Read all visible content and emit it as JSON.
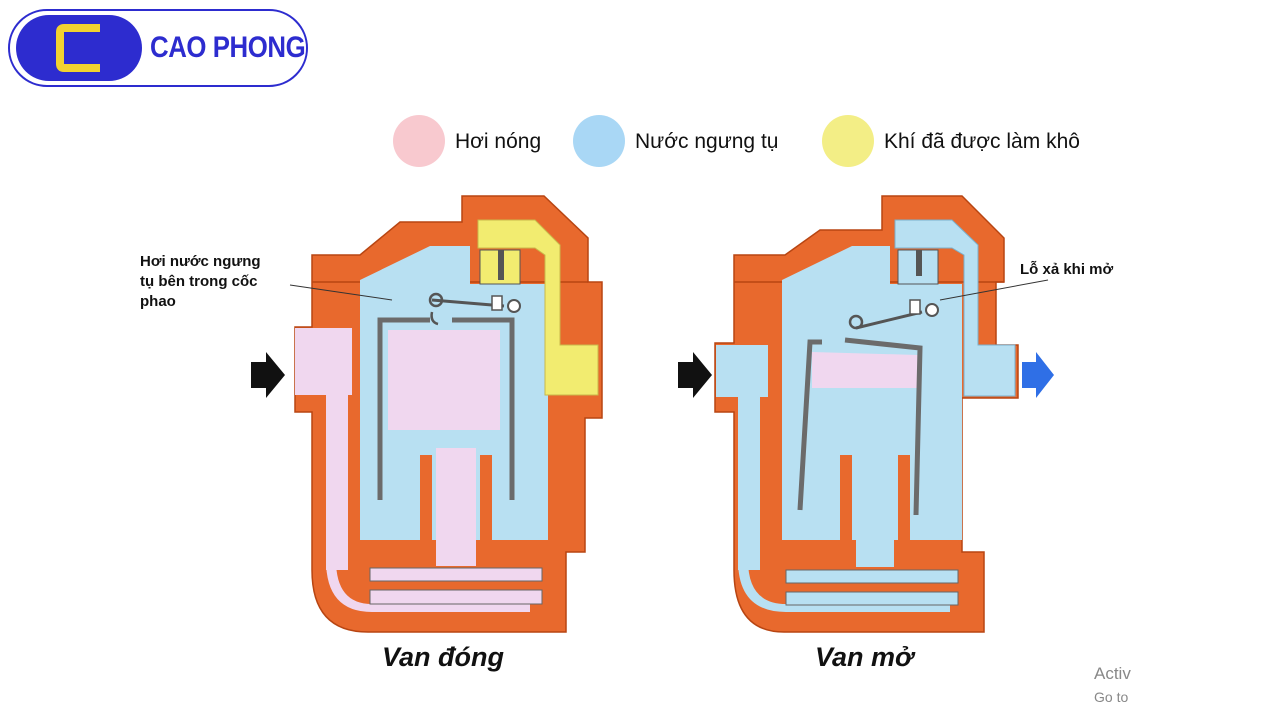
{
  "brand": {
    "name": "CAO PHONG",
    "mark_letter": "C",
    "color": "#2d2ccf",
    "accent": "#f2d230"
  },
  "legend": [
    {
      "label": "Hơi nóng",
      "color": "#f8c9cf"
    },
    {
      "label": "Nước ngưng tụ",
      "color": "#a9d7f5"
    },
    {
      "label": "Khí đã được làm khô",
      "color": "#f3ee86"
    }
  ],
  "diagrams": {
    "closed": {
      "caption": "Van đóng",
      "callout": [
        "Hơi nước ngưng",
        "tụ bên trong cốc",
        "phao"
      ]
    },
    "open": {
      "caption": "Van mở",
      "callout": "Lỗ xả khi mở"
    }
  },
  "colors": {
    "body": "#e8692d",
    "body_stroke": "#b84512",
    "steam": "#f0d7ef",
    "condensate": "#b8e0f2",
    "dry_air": "#f2ec70",
    "bucket_wall": "#6b6b6b",
    "arrow_in": "#111111",
    "arrow_out": "#2f6fe6"
  },
  "watermark": {
    "line1": "Activ",
    "line2": "Go to"
  }
}
